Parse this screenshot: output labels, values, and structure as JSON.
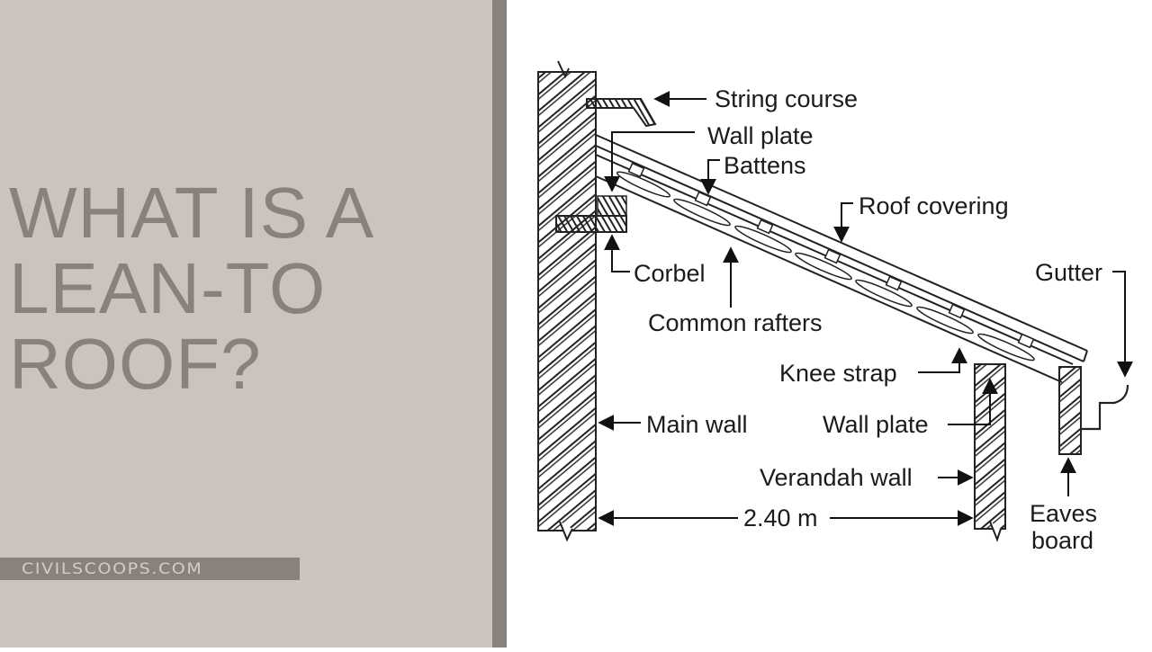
{
  "title": {
    "lines": [
      "WHAT IS A",
      "LEAN-TO",
      "ROOF?"
    ]
  },
  "site": {
    "label": "CIVILSCOOPS.COM"
  },
  "colors": {
    "panel_bg": "#cbc3bd",
    "accent": "#89817b",
    "diagram_bg": "#ffffff",
    "ink": "#1b1b1b"
  },
  "diagram": {
    "labels": {
      "string_course": "String course",
      "wall_plate_top": "Wall plate",
      "battens": "Battens",
      "roof_covering": "Roof covering",
      "corbel": "Corbel",
      "common_rafters": "Common rafters",
      "gutter": "Gutter",
      "knee_strap": "Knee strap",
      "main_wall": "Main wall",
      "wall_plate_bottom": "Wall plate",
      "verandah_wall": "Verandah wall",
      "span": "2.40 m",
      "eaves_board_line1": "Eaves",
      "eaves_board_line2": "board"
    }
  }
}
